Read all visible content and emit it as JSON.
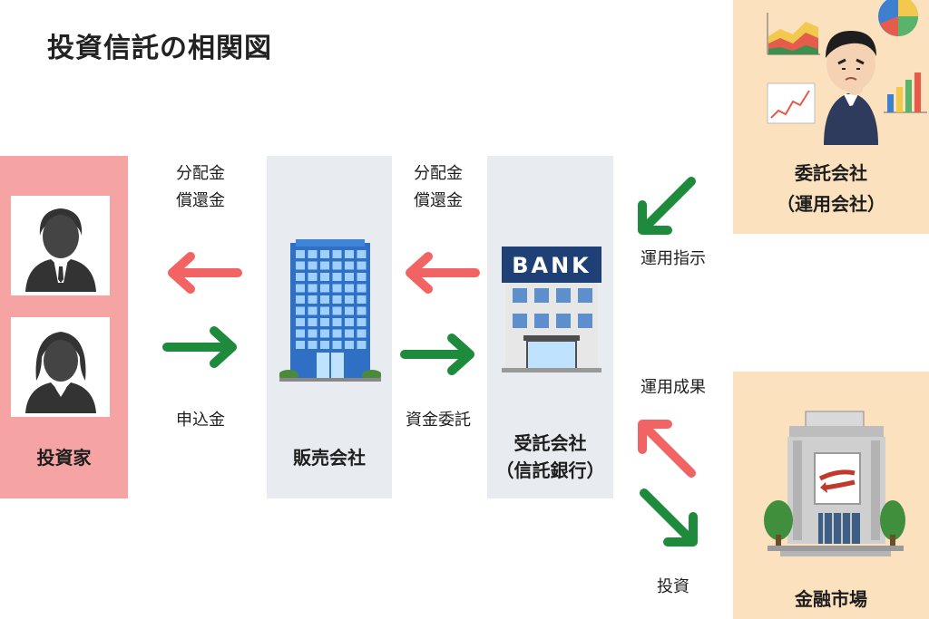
{
  "title": "投資信託の相関図",
  "investor": {
    "label": "投資家"
  },
  "sales": {
    "label": "販売会社"
  },
  "trustee": {
    "label_line1": "受託会社",
    "label_line2": "（信託銀行）",
    "sign": "BANK"
  },
  "manager": {
    "label_line1": "委託会社",
    "label_line2": "（運用会社）"
  },
  "market": {
    "label": "金融市場"
  },
  "flows": {
    "dividend_left_line1": "分配金",
    "dividend_left_line2": "償還金",
    "dividend_mid_line1": "分配金",
    "dividend_mid_line2": "償還金",
    "subscription": "申込金",
    "entrustment": "資金委託",
    "instruction": "運用指示",
    "result": "運用成果",
    "investment": "投資"
  },
  "colors": {
    "red_arrow": "#f26464",
    "green_arrow": "#1e8a3c",
    "investor_bg": "#f5a3a3",
    "grey_bg": "#e8ebef",
    "cream_bg": "#fbe1be"
  }
}
